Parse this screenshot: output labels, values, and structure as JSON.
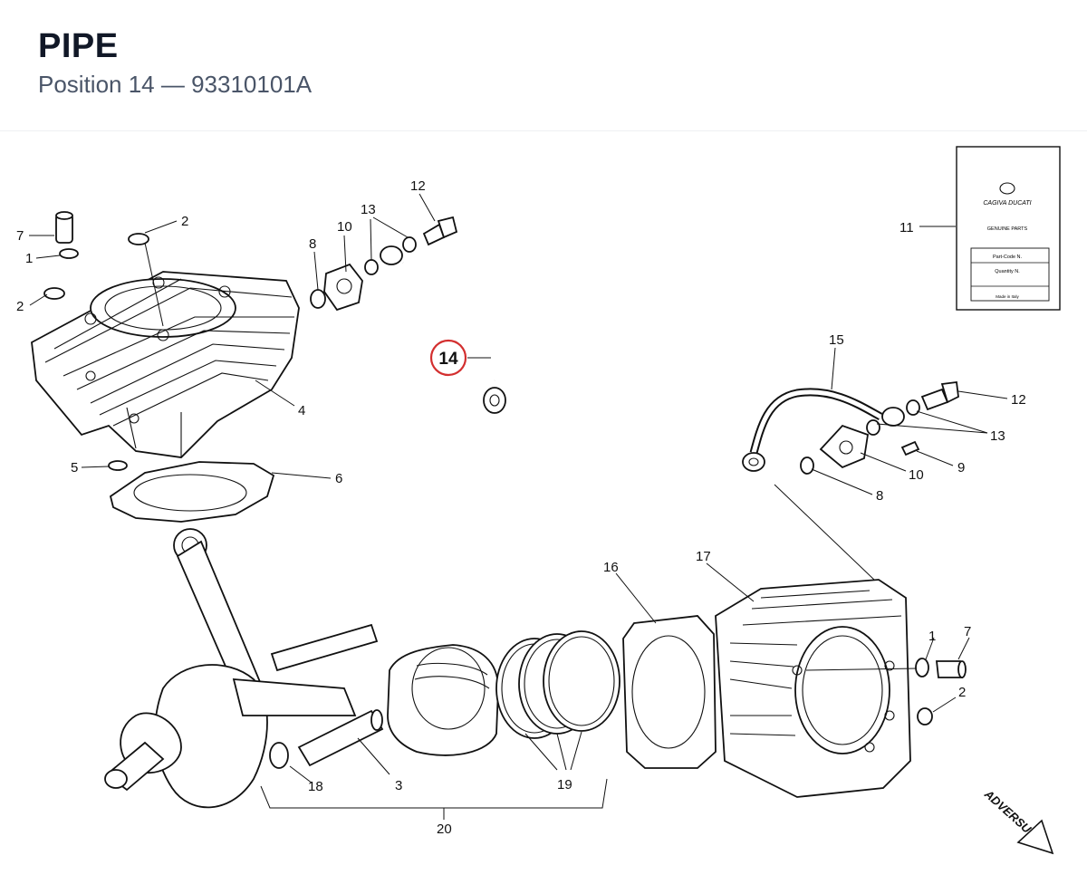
{
  "header": {
    "title": "PIPE",
    "subtitle": "Position 14 — 93310101A"
  },
  "highlight": {
    "position": "14",
    "color": "#d32f2f"
  },
  "callouts": {
    "c1a": "1",
    "c1b": "1",
    "c2a": "2",
    "c2b": "2",
    "c2c": "2",
    "c3": "3",
    "c4": "4",
    "c5": "5",
    "c6": "6",
    "c7a": "7",
    "c7b": "7",
    "c8a": "8",
    "c8b": "8",
    "c9": "9",
    "c10a": "10",
    "c10b": "10",
    "c11": "11",
    "c12a": "12",
    "c12b": "12",
    "c13a": "13",
    "c13b": "13",
    "c14": "14",
    "c15": "15",
    "c16": "16",
    "c17": "17",
    "c18": "18",
    "c19": "19",
    "c20": "20"
  },
  "card": {
    "brand": "CAGIVA DUCATI",
    "heading": "GENUINE PARTS",
    "field1": "Part-Code N.",
    "field2": "Quantity N.",
    "footer": "Made in Italy"
  },
  "logo": {
    "text": "ADVERSUS"
  }
}
